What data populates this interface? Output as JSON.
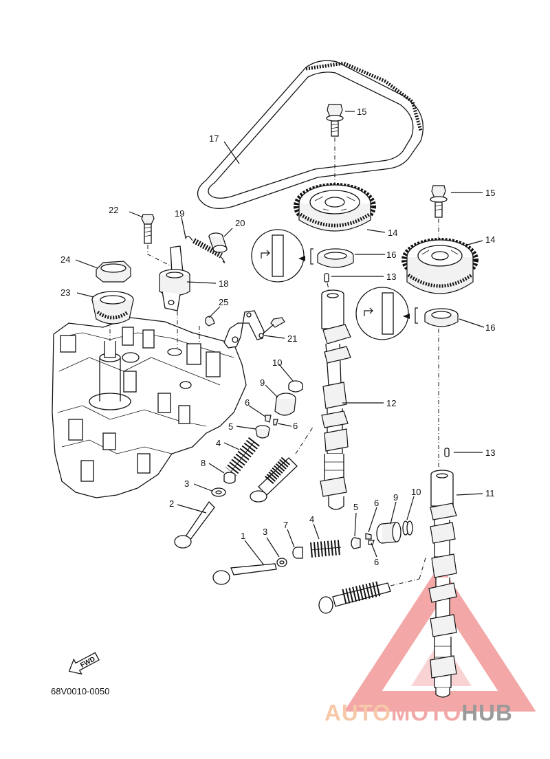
{
  "diagram": {
    "code": "68V0010-0050",
    "fwd_arrow_label": "FWD",
    "callouts": {
      "c1": "1",
      "c2": "2",
      "c3a": "3",
      "c3b": "3",
      "c4a": "4",
      "c4b": "4",
      "c5a": "5",
      "c5b": "5",
      "c6a": "6",
      "c6b": "6",
      "c6c": "6",
      "c6d": "6",
      "c7": "7",
      "c8": "8",
      "c9a": "9",
      "c9b": "9",
      "c10a": "10",
      "c10b": "10",
      "c11": "11",
      "c12": "12",
      "c13a": "13",
      "c13b": "13",
      "c14a": "14",
      "c14b": "14",
      "c15a": "15",
      "c15b": "15",
      "c16a": "16",
      "c16b": "16",
      "c17": "17",
      "c18": "18",
      "c19": "19",
      "c20": "20",
      "c21": "21",
      "c22": "22",
      "c23": "23",
      "c24": "24",
      "c25": "25"
    }
  },
  "watermark": {
    "part1": "AUTO",
    "part2": "MOTO",
    "part3": "HUB",
    "colors": {
      "auto": "#f6c8a8",
      "moto": "#f2a8a8",
      "hub": "#9a9a9a",
      "triangle": "#ef8a8a"
    }
  }
}
